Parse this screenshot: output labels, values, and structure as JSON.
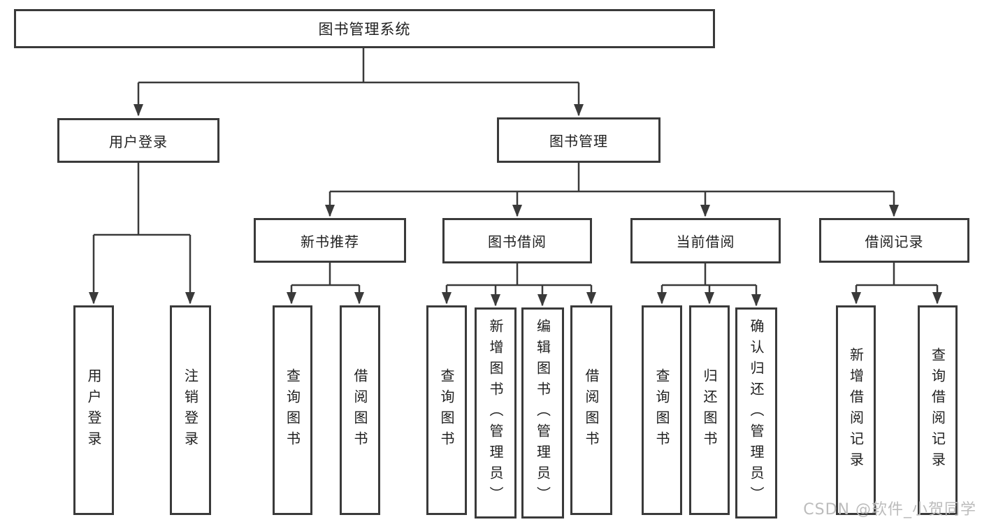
{
  "tree": {
    "root": {
      "label": "图书管理系统"
    },
    "branches": [
      {
        "label": "用户登录",
        "children": [
          "用户登录",
          "注销登录"
        ]
      },
      {
        "label": "图书管理",
        "children": [
          {
            "label": "新书推荐",
            "children": [
              "查询图书",
              "借阅图书"
            ]
          },
          {
            "label": "图书借阅",
            "children": [
              "查询图书",
              "新增图书（管理员）",
              "编辑图书（管理员）",
              "借阅图书"
            ]
          },
          {
            "label": "当前借阅",
            "children": [
              "查询图书",
              "归还图书",
              "确认归还（管理员）"
            ]
          },
          {
            "label": "借阅记录",
            "children": [
              "新增借阅记录",
              "查询借阅记录"
            ]
          }
        ]
      }
    ]
  },
  "watermark": {
    "text": "CSDN @软件_小贺同学"
  },
  "colors": {
    "line": "#3a3a3a",
    "box_border": "#3a3a3a",
    "text": "#1f1f1f",
    "background": "#ffffff",
    "watermark": "#bcbcbc"
  }
}
